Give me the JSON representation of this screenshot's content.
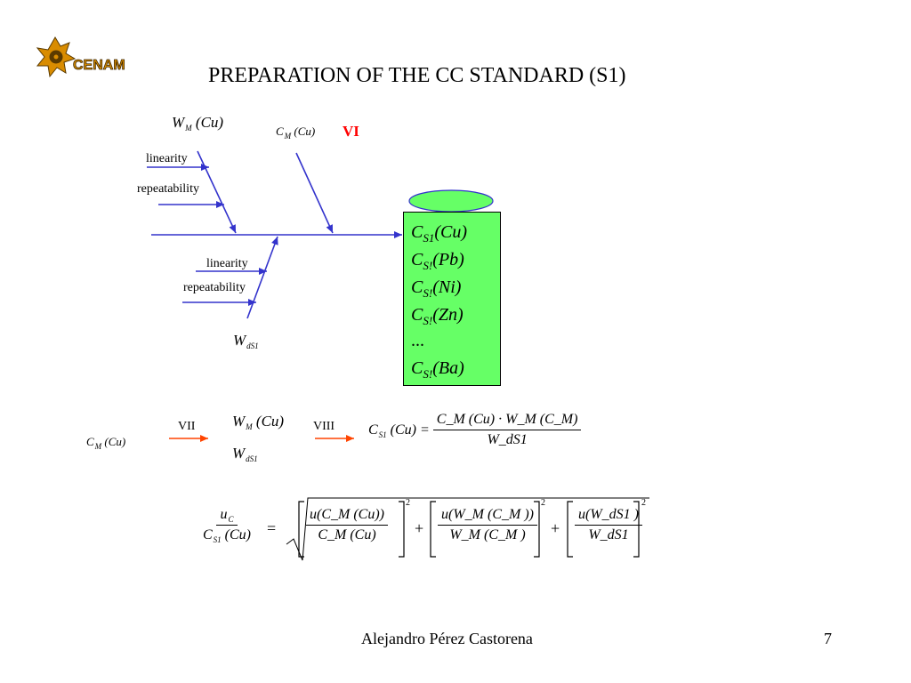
{
  "slide": {
    "title": "PREPARATION OF THE CC STANDARD (S1)",
    "footer_author": "Alejandro Pérez Castorena",
    "page_number": "7"
  },
  "logo": {
    "text": "CENAM",
    "color": "#d98c00"
  },
  "diagram": {
    "wm_cu": {
      "sym": "W",
      "sub": "M",
      "arg": "(Cu)"
    },
    "cm_cu": {
      "sym": "C",
      "sub": "M",
      "arg": "(Cu)"
    },
    "wds1": {
      "sym": "W",
      "sub": "dS1"
    },
    "label_vi": "VI",
    "upper_linearity": "linearity",
    "upper_repeatability": "repeatability",
    "lower_linearity": "linearity",
    "lower_repeatability": "repeatability",
    "arrow_color": "#3333cc",
    "box_color": "#66ff66",
    "box_lines": [
      {
        "sym": "C",
        "sub": "S1",
        "arg": "(Cu)"
      },
      {
        "sym": "C",
        "sub": "S!",
        "arg": "(Pb)"
      },
      {
        "sym": "C",
        "sub": "S!",
        "arg": "(Ni)"
      },
      {
        "sym": "C",
        "sub": "S!",
        "arg": "(Zn)"
      },
      {
        "sym": "...",
        "sub": "",
        "arg": ""
      },
      {
        "sym": "C",
        "sub": "S!",
        "arg": "(Ba)"
      }
    ]
  },
  "flow": {
    "cm_cu": {
      "sym": "C",
      "sub": "M",
      "arg": "(Cu)"
    },
    "label_vii": "VII",
    "wm_cu": {
      "sym": "W",
      "sub": "M",
      "arg": "(Cu)"
    },
    "wds1": {
      "sym": "W",
      "sub": "dS1"
    },
    "label_viii": "VIII",
    "arrow_color": "#ff4400",
    "eq_lhs": {
      "sym": "C",
      "sub": "S1",
      "arg": "(Cu) ="
    },
    "eq_num": "C_M (Cu) · W_M (C_M)",
    "eq_den": "W_dS1"
  },
  "uncertainty": {
    "lhs_num": {
      "sym": "u",
      "sub": "C"
    },
    "lhs_den": {
      "sym": "C",
      "sub": "S1",
      "arg": "(Cu)"
    },
    "equals": "=",
    "plus": "+",
    "exp": "2",
    "t1_num": "u(C_M (Cu))",
    "t1_den": "C_M (Cu)",
    "t2_num": "u(W_M (C_M ))",
    "t2_den": "W_M (C_M )",
    "t3_num": "u(W_dS1 )",
    "t3_den": "W_dS1"
  }
}
